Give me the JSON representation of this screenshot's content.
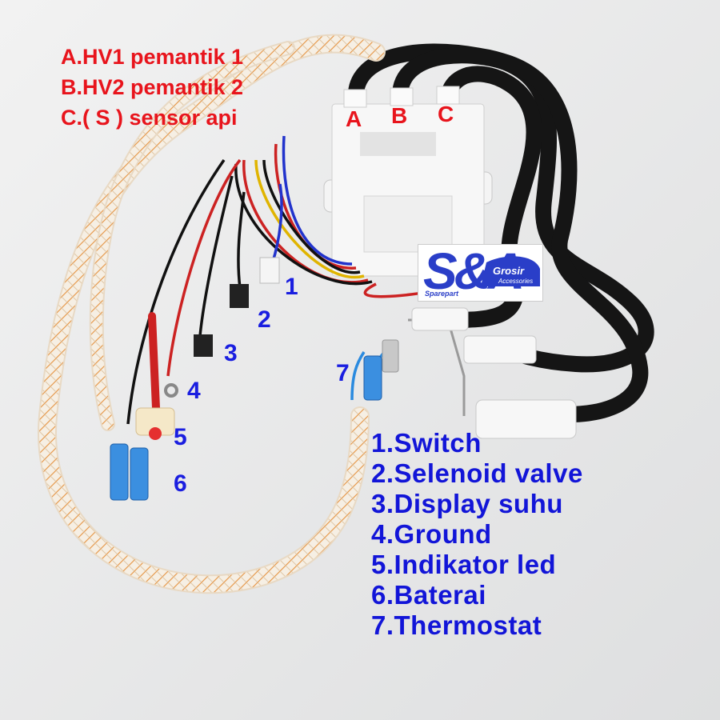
{
  "legend_red": [
    "A.HV1 pemantik 1",
    "B.HV2 pemantik 2",
    "C.( S ) sensor api"
  ],
  "port_letters": [
    "A",
    "B",
    "C"
  ],
  "wire_numbers": [
    "1",
    "2",
    "3",
    "4",
    "5",
    "6",
    "7"
  ],
  "legend_blue": [
    "1.Switch",
    "2.Selenoid valve",
    "3.Display suhu",
    "4.Ground",
    "5.Indikator led",
    "6.Baterai",
    "7.Thermostat"
  ],
  "logo": {
    "brand": "S&A",
    "grosir": "Grosir",
    "accessories": "Accessories",
    "sparepart": "Sparepart"
  },
  "colors": {
    "red_text": "#e8141c",
    "blue_text": "#1215d8",
    "logo_blue": "#2a3ec8",
    "background": "#e9eaea"
  }
}
